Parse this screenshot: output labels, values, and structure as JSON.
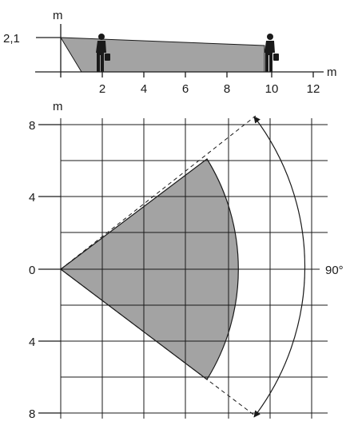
{
  "side_view": {
    "y_unit": "m",
    "x_unit": "m",
    "height_label": "2,1",
    "x_ticks": [
      "2",
      "4",
      "6",
      "8",
      "10",
      "12"
    ],
    "figure_icons": [
      "person-with-briefcase-icon",
      "person-with-briefcase-icon"
    ],
    "coverage_fill": "#a3a3a3"
  },
  "top_view": {
    "y_unit": "m",
    "y_ticks": [
      "8",
      "4",
      "0",
      "4",
      "8"
    ],
    "angle_label": "90°",
    "coverage_fill": "#a3a3a3",
    "line_color": "#1a1a1a"
  }
}
